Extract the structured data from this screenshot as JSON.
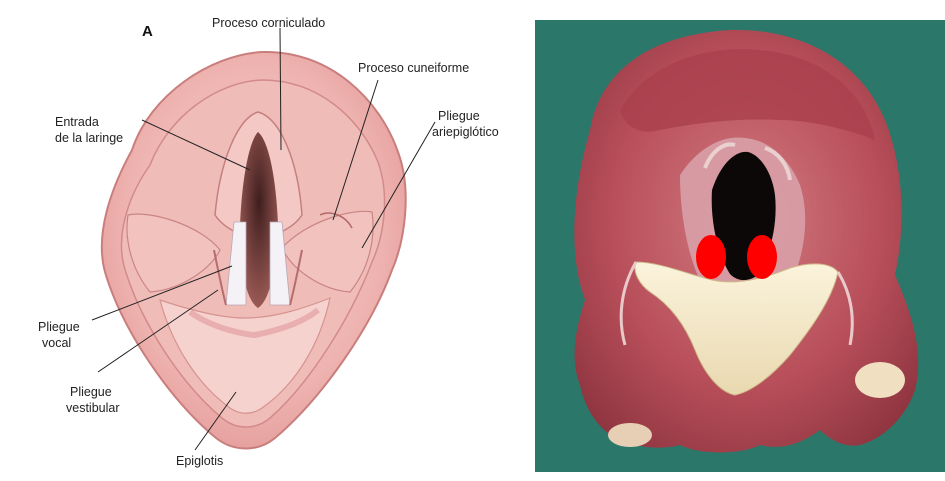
{
  "figure": {
    "panel_letter": "A",
    "labels": {
      "corniculado": "Proceso corniculado",
      "cuneiforme": "Proceso cuneiforme",
      "entrada_1": "Entrada",
      "entrada_2": "de la laringe",
      "ariepi_1": "Pliegue",
      "ariepi_2": "ariepiglótico",
      "vocal_1": "Pliegue",
      "vocal_2": "vocal",
      "vestibular_1": "Pliegue",
      "vestibular_2": "vestibular",
      "epiglotis": "Epiglotis"
    },
    "colors": {
      "illustration_outer": "#f3c6c3",
      "illustration_inner": "#e6a3a3",
      "illustration_lumen": "#7a3b3b",
      "photo_background": "#2f7f72",
      "tissue": "#b74f5a",
      "cartilage": "#f3e8c9",
      "marker": "#ff0000"
    }
  }
}
